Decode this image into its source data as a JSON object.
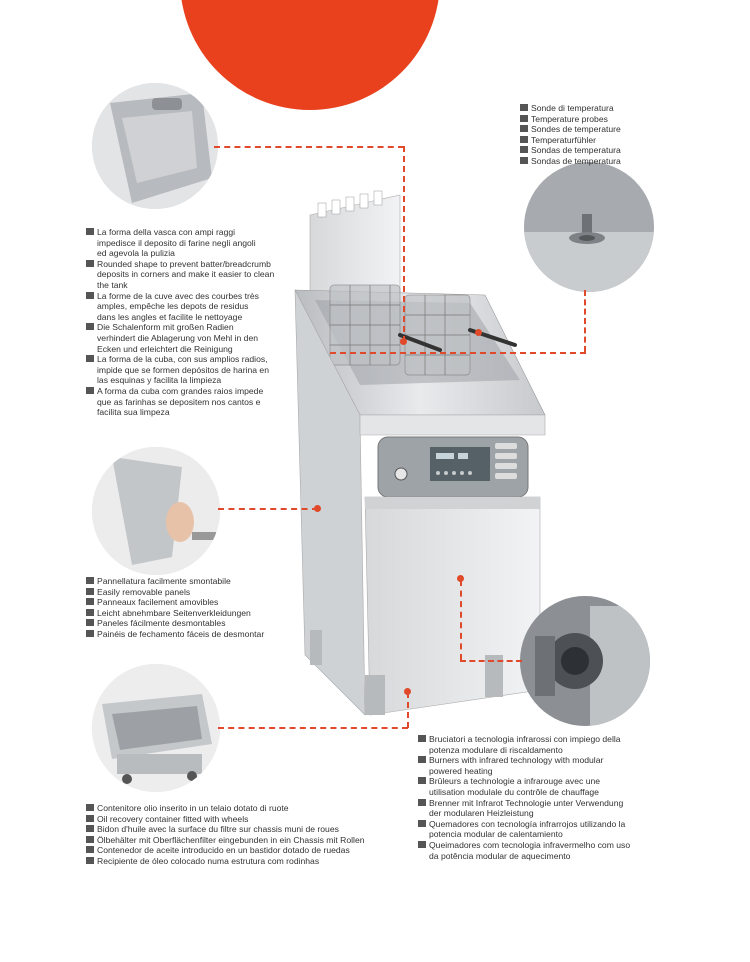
{
  "colors": {
    "accent": "#e04a2a",
    "steel": "#c9ccd0"
  },
  "blocks": {
    "probes": [
      {
        "lang": "IT",
        "text": "Sonde di temperatura"
      },
      {
        "lang": "EN",
        "text": "Temperature probes"
      },
      {
        "lang": "FR",
        "text": "Sondes de temperature"
      },
      {
        "lang": "DE",
        "text": "Temperaturfühler"
      },
      {
        "lang": "ES",
        "text": "Sondas de temperatura"
      },
      {
        "lang": "PT",
        "text": "Sondas de temperatura"
      }
    ],
    "tank": [
      {
        "lang": "IT",
        "text": "La forma della vasca con ampi raggi\nimpedisce il deposito di farine negli angoli\ned agevola la pulizia"
      },
      {
        "lang": "EN",
        "text": "Rounded shape to prevent batter/breadcrumb\ndeposits in corners and make it easier to clean\nthe tank"
      },
      {
        "lang": "FR",
        "text": "La forme de la cuve avec des courbes très\namples, empêche les depots de residus\ndans les angles et facilite le nettoyage"
      },
      {
        "lang": "DE",
        "text": "Die Schalenform mit großen Radien\nverhindert die Ablagerung von Mehl in den\nEcken und erleichtert die Reinigung"
      },
      {
        "lang": "ES",
        "text": "La forma de la cuba, con sus amplios radios,\nimpide que se formen depósitos de harina en\nlas esquinas y facilita la limpieza"
      },
      {
        "lang": "PT",
        "text": "A forma da cuba com grandes raios impede\nque as farinhas se depositem nos cantos e\nfacilita sua limpeza"
      }
    ],
    "panels": [
      {
        "lang": "IT",
        "text": "Pannellatura facilmente smontabile"
      },
      {
        "lang": "EN",
        "text": "Easily removable panels"
      },
      {
        "lang": "FR",
        "text": "Panneaux facilement amovibles"
      },
      {
        "lang": "DE",
        "text": "Leicht abnehmbare Seitenverkleidungen"
      },
      {
        "lang": "ES",
        "text": "Paneles fácilmente desmontables"
      },
      {
        "lang": "PT",
        "text": "Painéis de fechamento fáceis de desmontar"
      }
    ],
    "burners": [
      {
        "lang": "IT",
        "text": "Bruciatori a tecnologia infrarossi con impiego della\npotenza modulare di riscaldamento"
      },
      {
        "lang": "EN",
        "text": "Burners with infrared technology with modular\npowered heating"
      },
      {
        "lang": "FR",
        "text": "Brûleurs a technologie a infrarouge avec une\nutilisation modulale du contrôle de chauffage"
      },
      {
        "lang": "DE",
        "text": "Brenner mit Infrarot Technologie unter Verwendung\nder modularen Heizleistung"
      },
      {
        "lang": "ES",
        "text": "Quemadores con tecnología infrarrojos utilizando la\npotencia modular de calentamiento"
      },
      {
        "lang": "PT",
        "text": "Queimadores com tecnologia infravermelho com uso\nda potência modular de aquecimento"
      }
    ],
    "oil": [
      {
        "lang": "IT",
        "text": "Contenitore olio inserito in un telaio dotato di ruote"
      },
      {
        "lang": "EN",
        "text": "Oil recovery container fitted with wheels"
      },
      {
        "lang": "FR",
        "text": "Bidon d'huile avec la surface du filtre sur chassis muni de roues"
      },
      {
        "lang": "DE",
        "text": "Ölbehälter mit Oberflächenfilter eingebunden in ein Chassis mit Rollen"
      },
      {
        "lang": "ES",
        "text": "Contenedor de aceite introducido en un bastidor dotado de ruedas"
      },
      {
        "lang": "PT",
        "text": "Recipiente de óleo colocado numa estrutura com rodinhas"
      }
    ]
  }
}
